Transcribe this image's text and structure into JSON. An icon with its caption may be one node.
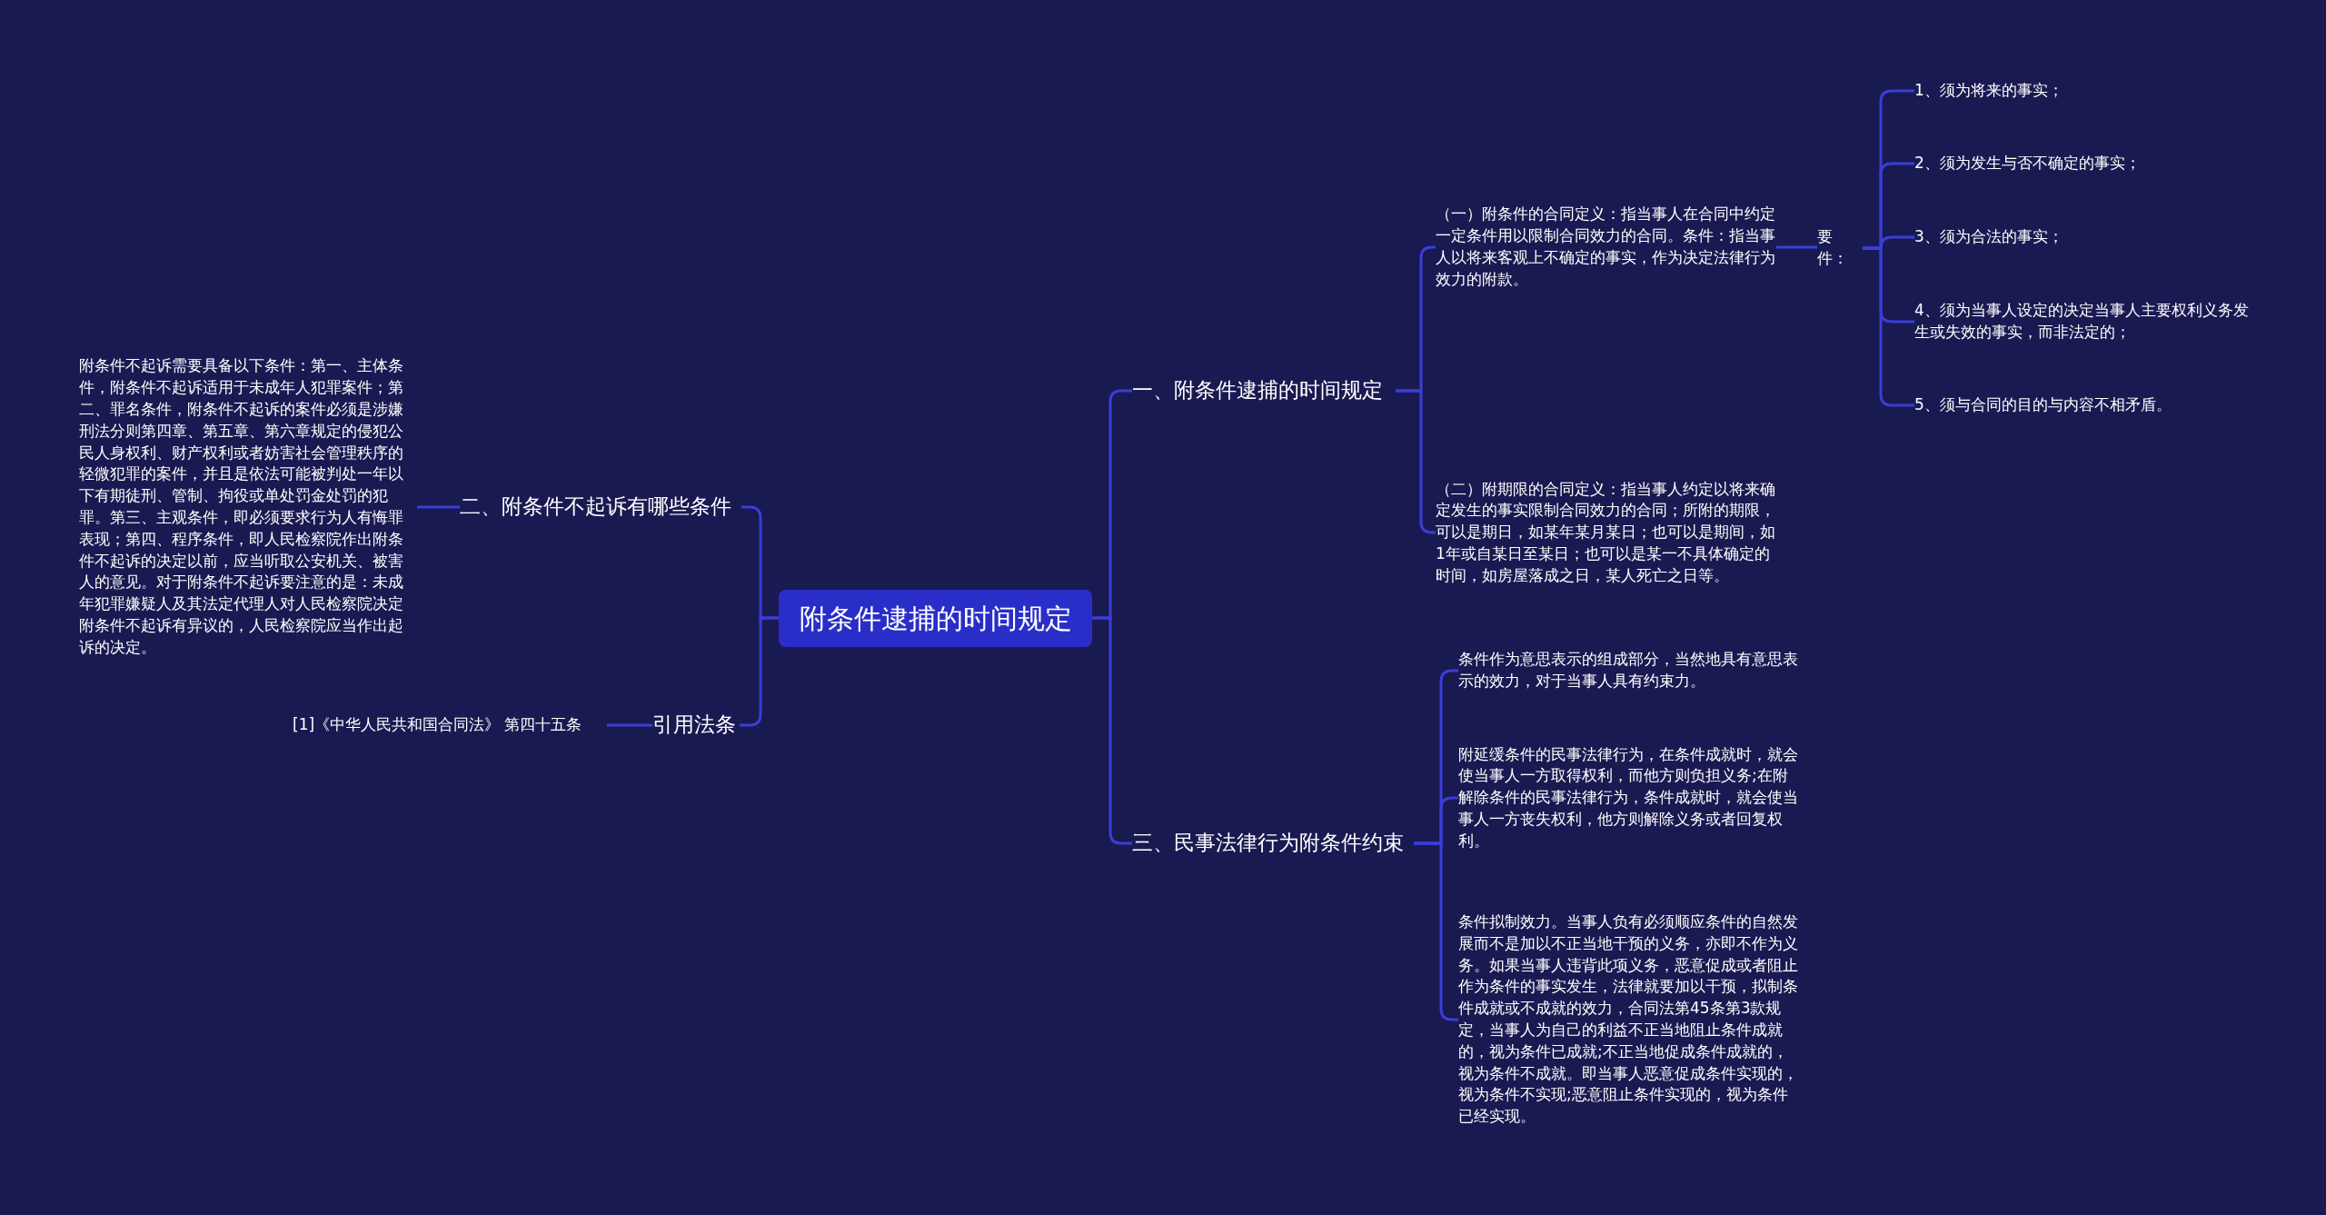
{
  "diagram": {
    "nodes": [
      {
        "text": [
          "附条件逮捕的时间规定"
        ]
      },
      {
        "text": [
          "一、附条件逮捕的时间规定"
        ]
      },
      {
        "text": [
          "（一）附条件的合同定义：指当事人在合同中约定一定条件用以限制合同效力的合同。条件：指当事人以将来客观上不确定的事实，作为决定法律行为效力的附款。"
        ]
      },
      {
        "text": [
          "要件："
        ]
      },
      {
        "text": [
          "1、须为将来的事实；"
        ]
      },
      {
        "text": [
          "2、须为发生与否不确定的事实；"
        ]
      },
      {
        "text": [
          "3、须为合法的事实；"
        ]
      },
      {
        "text": [
          "4、须为当事人设定的决定当事人主要权利义务发生或失效的事实，而非法定的；"
        ]
      },
      {
        "text": [
          "5、须与合同的目的与内容不相矛盾。"
        ]
      },
      {
        "text": [
          "（二）附期限的合同定义：指当事人约定以将来确定发生的事实限制合同效力的合同；所附的期限，可以是期日，如某年某月某日；也可以是期间，如1年或自某日至某日；也可以是某一不具体确定的时间，如房屋落成之日，某人死亡之日等。"
        ]
      },
      {
        "text": [
          "三、民事法律行为附条件约束"
        ]
      },
      {
        "text": [
          "条件作为意思表示的组成部分，当然地具有意思表示的效力，对于当事人具有约束力。"
        ]
      },
      {
        "text": [
          "附延缓条件的民事法律行为，在条件成就时，就会使当事人一方取得权利，而他方则负担义务;在附解除条件的民事法律行为，条件成就时，就会使当事人一方丧失权利，他方则解除义务或者回复权利。"
        ]
      },
      {
        "text": [
          "条件拟制效力。当事人负有必须顺应条件的自然发展而不是加以不正当地干预的义务，亦即不作为义务。如果当事人违背此项义务，恶意促成或者阻止作为条件的事实发生，法律就要加以干预，拟制条件成就或不成就的效力，合同法第45条第3款规定，当事人为自己的利益不正当地阻止条件成就的，视为条件已成就;不正当地促成条件成就的，视为条件不成就。即当事人恶意促成条件实现的，视为条件不实现;恶意阻止条件实现的，视为条件已经实现。"
        ]
      },
      {
        "text": [
          "二、附条件不起诉有哪些条件"
        ]
      },
      {
        "text": [
          "附条件不起诉需要具备以下条件：第一、主体条件，附条件不起诉适用于未成年人犯罪案件；第二、罪名条件，附条件不起诉的案件必须是涉嫌刑法分则第四章、第五章、第六章规定的侵犯公民人身权利、财产权利或者妨害社会管理秩序的轻微犯罪的案件，并且是依法可能被判处一年以下有期徒刑、管制、拘役或单处罚金处罚的犯罪。第三、主观条件，即必须要求行为人有悔罪表现；第四、程序条件，即人民检察院作出附条件不起诉的决定以前，应当听取公安机关、被害人的意见。对于附条件不起诉要注意的是：未成年犯罪嫌疑人及其法定代理人对人民检察院决定附条件不起诉有异议的，人民检察院应当作出起诉的决定。"
        ]
      },
      {
        "text": [
          "引用法条"
        ]
      },
      {
        "text": [
          "[1]《中华人民共和国合同法》 第四十五条"
        ]
      }
    ],
    "edges": [
      {
        "from": 0,
        "to": 1,
        "arrow": "none"
      },
      {
        "from": 1,
        "to": 2,
        "arrow": "none"
      },
      {
        "from": 2,
        "to": 3,
        "arrow": "none"
      },
      {
        "from": 3,
        "to": 4,
        "arrow": "none"
      },
      {
        "from": 3,
        "to": 5,
        "arrow": "none"
      },
      {
        "from": 3,
        "to": 6,
        "arrow": "none"
      },
      {
        "from": 3,
        "to": 7,
        "arrow": "none"
      },
      {
        "from": 3,
        "to": 8,
        "arrow": "none"
      },
      {
        "from": 1,
        "to": 9,
        "arrow": "none"
      },
      {
        "from": 0,
        "to": 10,
        "arrow": "none"
      },
      {
        "from": 10,
        "to": 11,
        "arrow": "none"
      },
      {
        "from": 10,
        "to": 12,
        "arrow": "none"
      },
      {
        "from": 10,
        "to": 13,
        "arrow": "none"
      },
      {
        "from": 0,
        "to": 14,
        "arrow": "none"
      },
      {
        "from": 14,
        "to": 15,
        "arrow": "none"
      },
      {
        "from": 0,
        "to": 16,
        "arrow": "none"
      },
      {
        "from": 16,
        "to": 17,
        "arrow": "none"
      }
    ]
  }
}
